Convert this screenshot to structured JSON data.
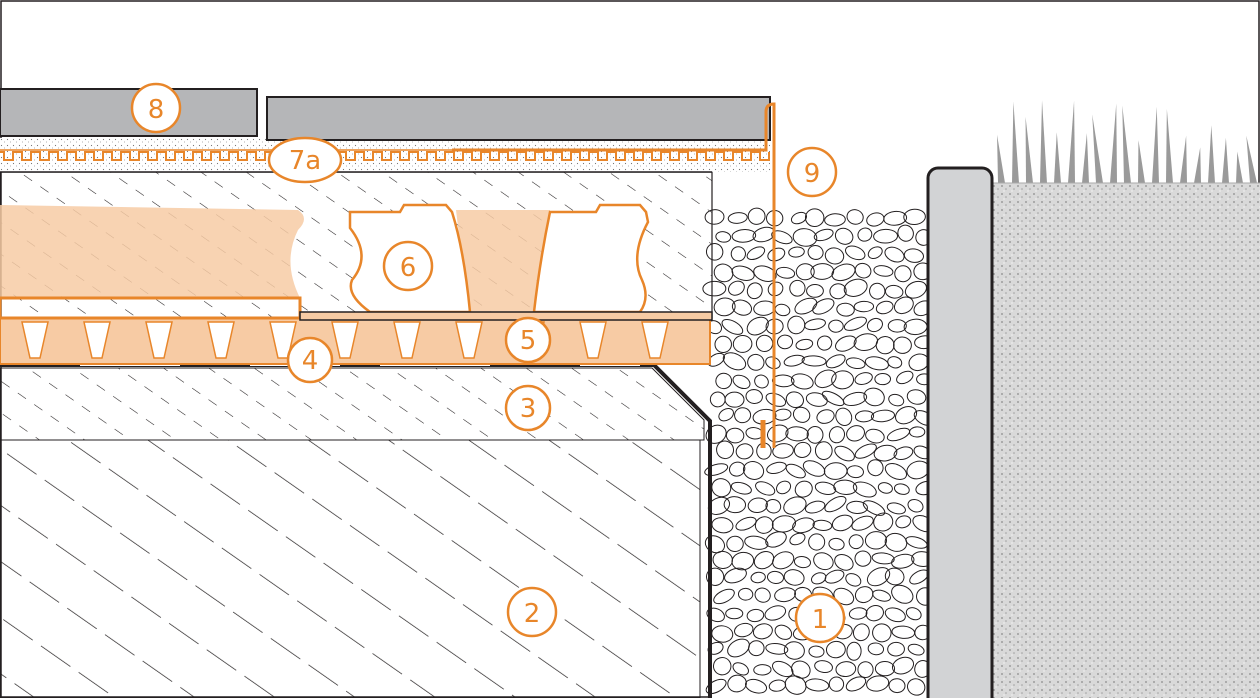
{
  "colors": {
    "accent": "#E8862A",
    "accent_fill": "#F7CBA4",
    "outline": "#231F20",
    "tile": "#B5B6B8",
    "curb": "#D2D3D5",
    "soil": "#D9D9D9",
    "concrete": "#FFFFFF"
  },
  "callouts": [
    {
      "id": "1",
      "label": "1"
    },
    {
      "id": "2",
      "label": "2"
    },
    {
      "id": "3",
      "label": "3"
    },
    {
      "id": "4",
      "label": "4"
    },
    {
      "id": "5",
      "label": "5"
    },
    {
      "id": "6",
      "label": "6"
    },
    {
      "id": "7a",
      "label": "7a"
    },
    {
      "id": "8",
      "label": "8"
    },
    {
      "id": "9",
      "label": "9"
    }
  ]
}
